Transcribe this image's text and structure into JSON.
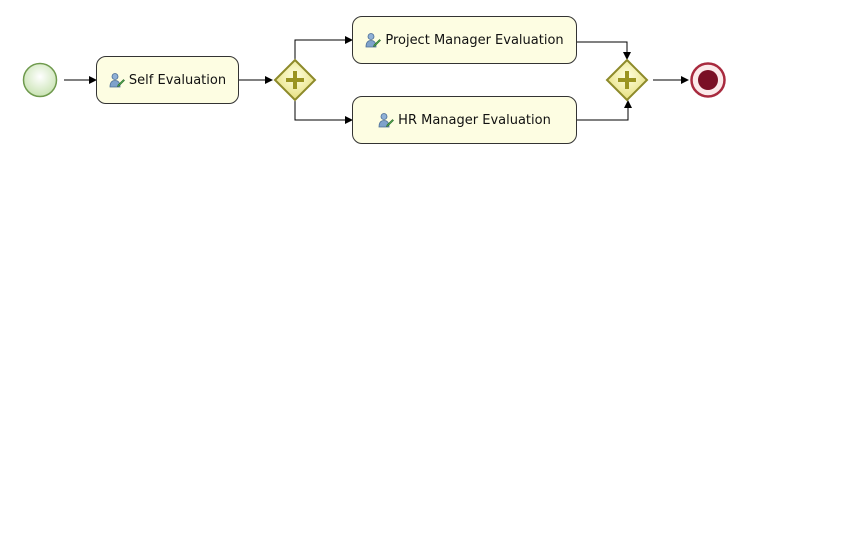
{
  "diagram": {
    "tasks": {
      "self": {
        "label": "Self Evaluation",
        "icon": "user-task-icon"
      },
      "project_manager": {
        "label": "Project Manager Evaluation",
        "icon": "user-task-icon"
      },
      "hr_manager": {
        "label": "HR Manager Evaluation",
        "icon": "user-task-icon"
      }
    },
    "events": {
      "start": {
        "icon": "start-event-icon"
      },
      "end": {
        "icon": "end-event-icon"
      }
    },
    "gateways": {
      "split": {
        "icon": "parallel-gateway-icon"
      },
      "join": {
        "icon": "parallel-gateway-icon"
      }
    },
    "colors": {
      "task_fill": "#fdfde2",
      "gateway_fill": "#f2ef9a",
      "gateway_stroke": "#8d8a2a",
      "start_fill": "#e4f3d6",
      "start_stroke": "#5d8a3f",
      "end_fill": "#7a1025",
      "end_stroke": "#a82a3e"
    }
  }
}
